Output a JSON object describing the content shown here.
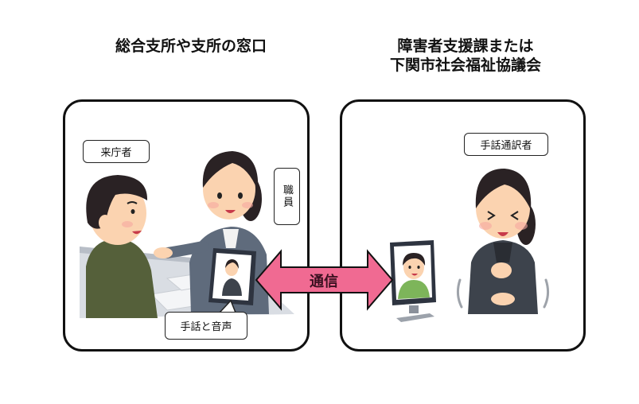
{
  "headings": {
    "left": "総合支所や支所の窓口",
    "right_line1": "障害者支援課または",
    "right_line2": "下関市社会福祉協議会"
  },
  "left_panel": {
    "labels": {
      "visitor": "来庁者",
      "staff": "職員",
      "tablet_callout": "手話と音声"
    }
  },
  "right_panel": {
    "labels": {
      "interpreter": "手話通訳者"
    }
  },
  "connection": {
    "label": "通信",
    "arrow_color": "#f06a92",
    "direction": "bidirectional"
  },
  "colors": {
    "border": "#111111",
    "skin": "#fbd3b0",
    "hair": "#2a2224",
    "visitor_shirt": "#55603a",
    "staff_suit": "#5f6b7c",
    "interpreter_suit": "#3d434c"
  }
}
